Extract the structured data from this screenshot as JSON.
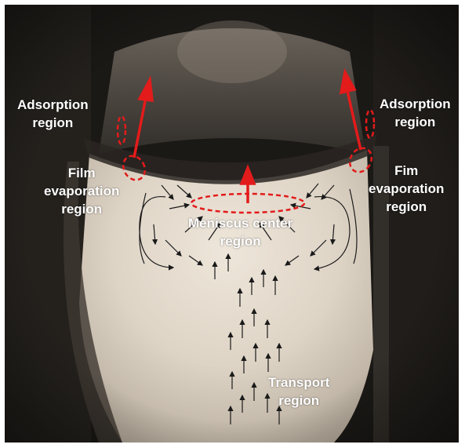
{
  "labels": {
    "adsorption_left": [
      "Adsorption",
      "region"
    ],
    "adsorption_right": [
      "Adsorption",
      "region"
    ],
    "film_left": [
      "Film",
      "evaporation",
      "region"
    ],
    "film_right": [
      "Fim",
      "evaporation",
      "region"
    ],
    "meniscus": [
      "Meniscus center",
      "region"
    ],
    "transport": [
      "Transport",
      "region"
    ]
  },
  "colors": {
    "annotation": "#e31b1b",
    "label_text": "#ffffff",
    "liquid_bright": "#e6ddd0",
    "background_dark": "#161412"
  }
}
